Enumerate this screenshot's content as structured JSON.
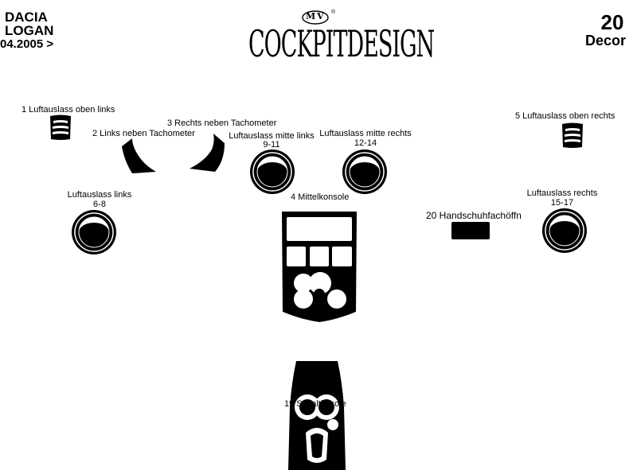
{
  "car": {
    "make": "DACIA",
    "model": "LOGAN",
    "year": "04.2005 >"
  },
  "set": {
    "count": "20",
    "type": "Decor"
  },
  "brand": {
    "word": "COCKPITDESIGN",
    "mark": "MV",
    "reg": "®"
  },
  "parts": {
    "p1": {
      "text": "1  Luftauslass oben links"
    },
    "p2": {
      "text": "2  Links neben Tachometer"
    },
    "p3": {
      "text": "3   Rechts neben Tachometer"
    },
    "p4": {
      "text": "4 Mittelkonsole"
    },
    "p5": {
      "text": "5  Luftauslass oben rechts"
    },
    "p6": {
      "text": "Luftauslass links",
      "range": "6-8"
    },
    "p9": {
      "text": "Luftauslass mitte links",
      "range": "9-11"
    },
    "p12": {
      "text": "Luftauslass mitte rechts",
      "range": "12-14"
    },
    "p15": {
      "text": "Luftauslass rechts",
      "range": "15-17"
    },
    "p19": {
      "text": "19 Schaltkosole"
    },
    "p20": {
      "text": "20 Handschuhfachöffn"
    }
  }
}
